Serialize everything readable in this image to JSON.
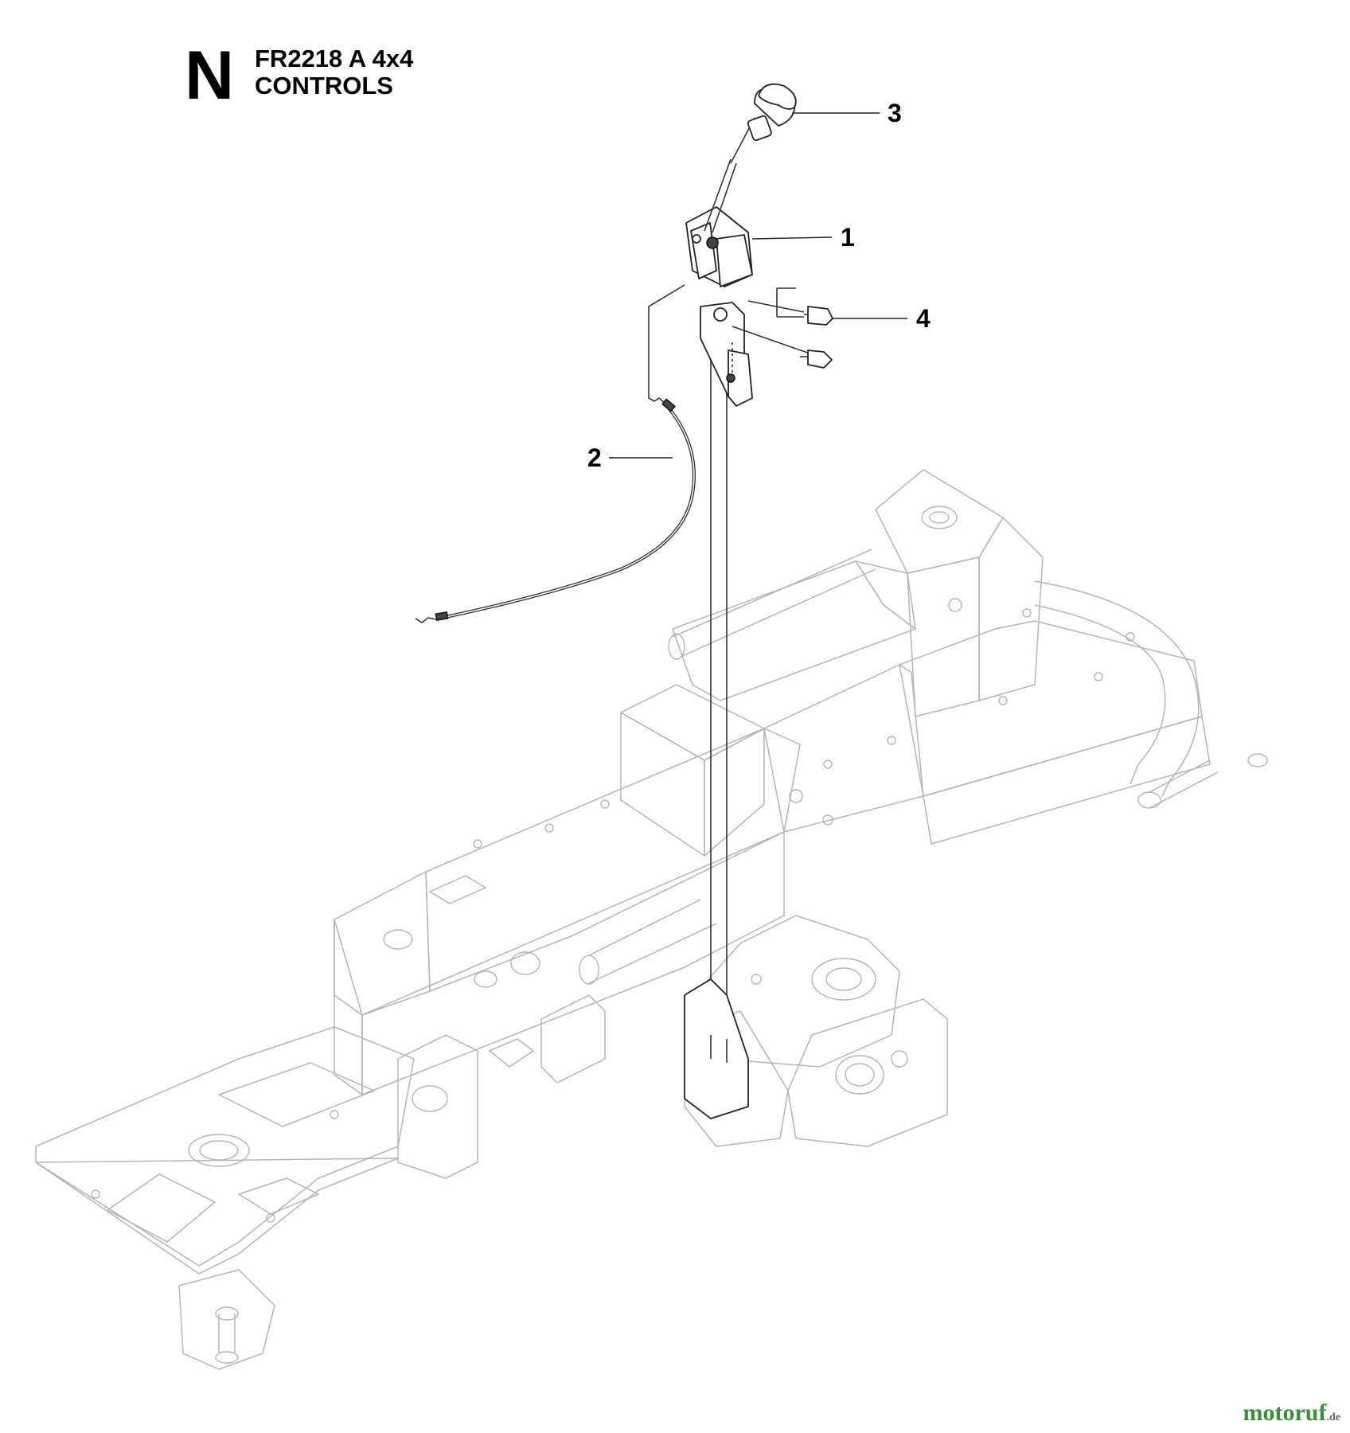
{
  "header": {
    "section_letter": "N",
    "model": "FR2218 A 4x4",
    "section_name": "CONTROLS"
  },
  "callouts": [
    {
      "id": "1",
      "label": "1"
    },
    {
      "id": "2",
      "label": "2"
    },
    {
      "id": "3",
      "label": "3"
    },
    {
      "id": "4",
      "label": "4"
    }
  ],
  "watermark": {
    "main": "motoruf",
    "tld": ".de"
  },
  "colors": {
    "frame_line": "#b5b5b5",
    "part_line": "#222222",
    "watermark_green": "#3a8f3a"
  }
}
